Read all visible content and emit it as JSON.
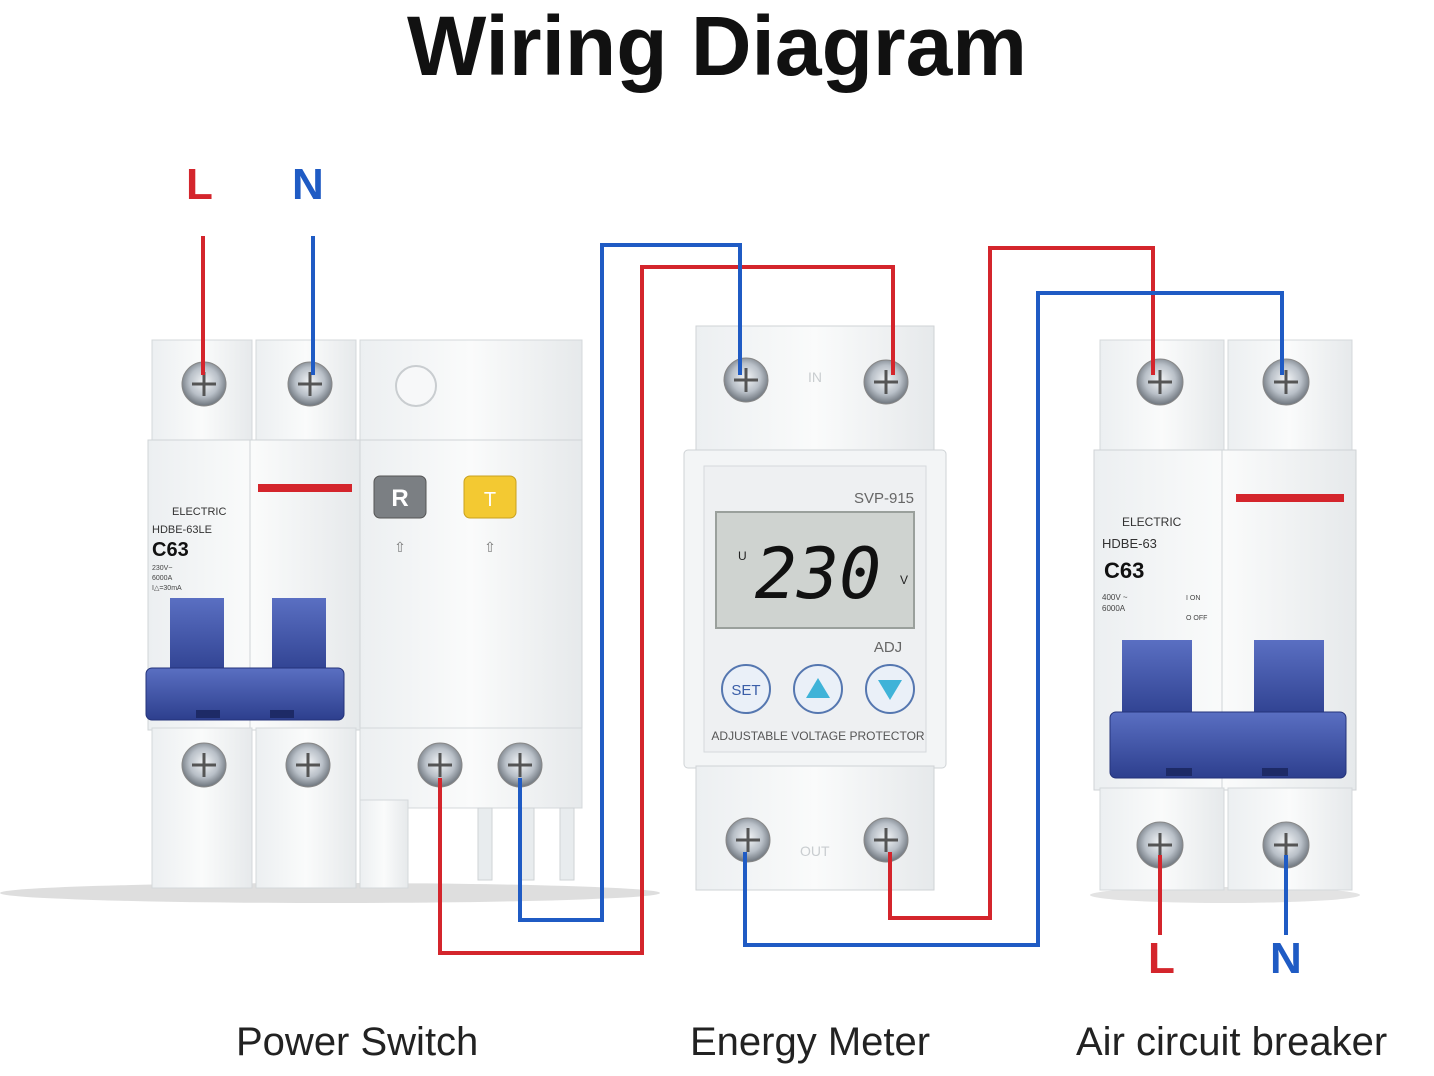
{
  "title": "Wiring Diagram",
  "colors": {
    "live": "#d4252c",
    "neutral": "#1f5bc4",
    "handle": "#3a4fa3",
    "lcd": "#cfd3d0"
  },
  "terminals_top": {
    "left_L": "L",
    "left_N": "N"
  },
  "terminals_bottom": {
    "right_L": "L",
    "right_N": "N"
  },
  "power_switch": {
    "brand": "ELECTRIC",
    "model": "HDBE-63LE",
    "rating": "C63",
    "specs": [
      "230V~",
      "6000A",
      "I△=30mA"
    ],
    "button_r": "R",
    "button_t": "T"
  },
  "energy_meter": {
    "model": "SVP-915",
    "unit_left": "U",
    "reading": "230",
    "unit_right": "V",
    "adj": "ADJ",
    "btn_set": "SET",
    "btn_up": "▲",
    "btn_down": "▼",
    "label": "ADJUSTABLE VOLTAGE PROTECTOR",
    "in": "IN",
    "out": "OUT"
  },
  "air_breaker": {
    "brand": "ELECTRIC",
    "model": "HDBE-63",
    "rating": "C63",
    "specs": [
      "400V ~",
      "6000A"
    ],
    "on": "I ON",
    "off": "O OFF"
  },
  "captions": {
    "left": "Power Switch",
    "middle": "Energy Meter",
    "right": "Air circuit breaker"
  }
}
